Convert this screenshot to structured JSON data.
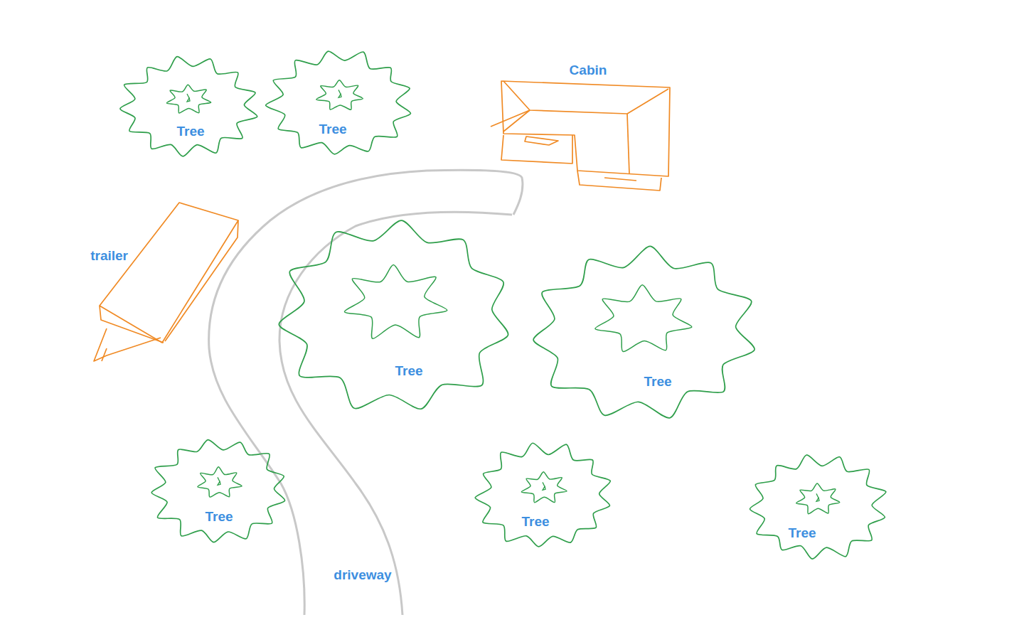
{
  "diagram": {
    "nodes": [
      {
        "text": [
          "Tree"
        ]
      },
      {
        "text": [
          "Tree"
        ]
      },
      {
        "text": [
          "Cabin"
        ]
      },
      {
        "text": [
          "trailer"
        ]
      },
      {
        "text": [
          "Tree"
        ]
      },
      {
        "text": [
          "Tree"
        ]
      },
      {
        "text": [
          "Tree"
        ]
      },
      {
        "text": [
          "Tree"
        ]
      },
      {
        "text": [
          "Tree"
        ]
      }
    ],
    "labels": [
      "driveway"
    ]
  }
}
